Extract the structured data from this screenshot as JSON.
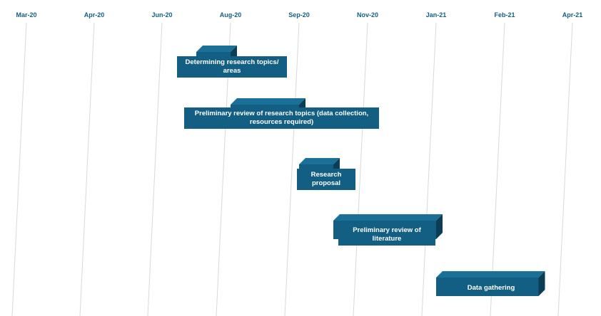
{
  "chart_data": {
    "type": "bar",
    "orientation": "horizontal",
    "style": "3d-gantt",
    "grid": true,
    "x_ticks": [
      "Mar-20",
      "Apr-20",
      "Jun-20",
      "Aug-20",
      "Sep-20",
      "Nov-20",
      "Jan-21",
      "Feb-21",
      "Apr-21"
    ],
    "tasks": [
      {
        "label": "Determining research topics/ areas",
        "start": "Jul-20",
        "end": "Aug-20"
      },
      {
        "label": "Preliminary review of research topics (data collection, resources required)",
        "start": "Aug-20",
        "end": "Sep-20"
      },
      {
        "label": "Research proposal",
        "start": "Sep-20",
        "end": "Oct-20"
      },
      {
        "label": "Preliminary review of literature",
        "start": "Oct-20",
        "end": "Jan-21"
      },
      {
        "label": "Data gathering",
        "start": "Jan-21",
        "end": "Mar-21"
      }
    ],
    "colors": {
      "bar": "#135f83",
      "bar_dark": "#0b3d55",
      "bar_top": "#1b7098",
      "label_box": "#135f83",
      "tick_text": "#135f83",
      "grid": "#d9d9d9"
    }
  }
}
